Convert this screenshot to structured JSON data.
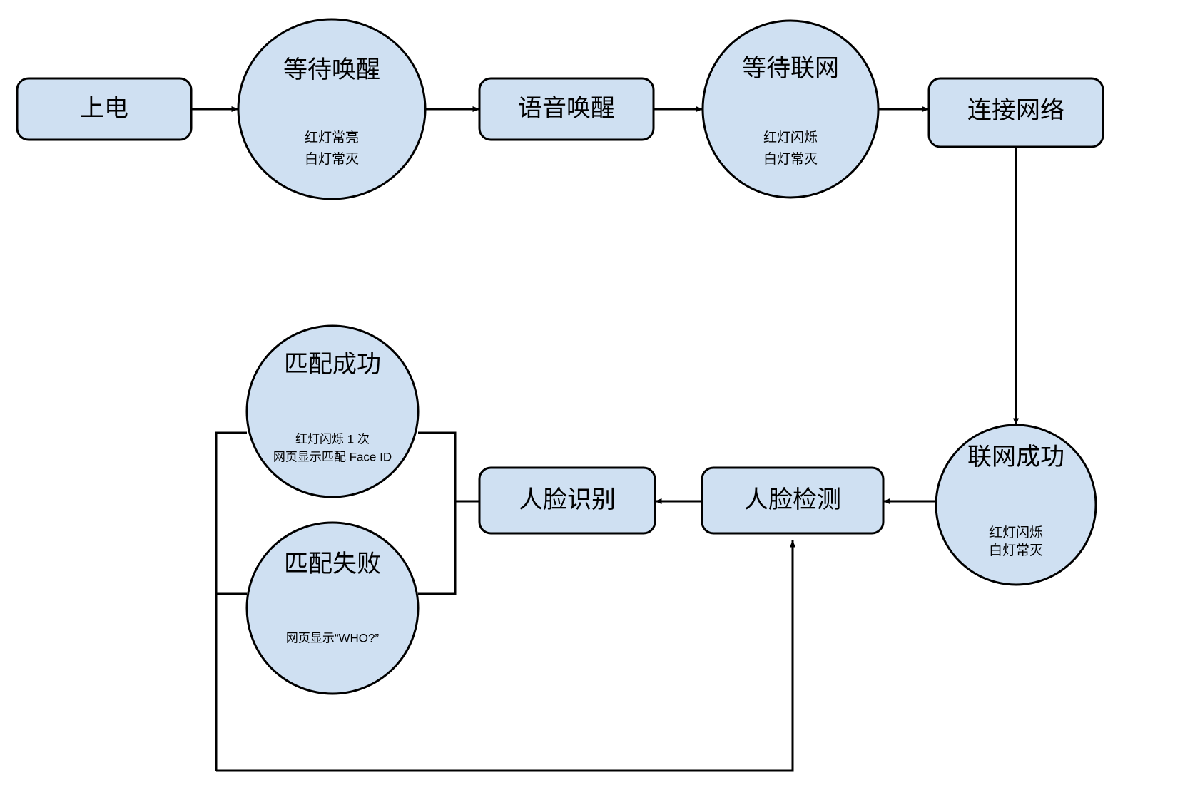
{
  "diagram": {
    "type": "flowchart",
    "title": "",
    "background_color": "#ffffff",
    "node_fill_color": "#cfe0f2",
    "node_stroke_color": "#000000",
    "edge_color": "#000000",
    "nodes": [
      {
        "id": "power-on",
        "shape": "rounded-rect",
        "label": "上电",
        "sublabels": []
      },
      {
        "id": "wait-wake",
        "shape": "ellipse",
        "label": "等待唤醒",
        "sublabels": [
          "红灯常亮",
          "白灯常灭"
        ]
      },
      {
        "id": "voice-wake",
        "shape": "rounded-rect",
        "label": "语音唤醒",
        "sublabels": []
      },
      {
        "id": "wait-network",
        "shape": "ellipse",
        "label": "等待联网",
        "sublabels": [
          "红灯闪烁",
          "白灯常灭"
        ]
      },
      {
        "id": "connect-network",
        "shape": "rounded-rect",
        "label": "连接网络",
        "sublabels": []
      },
      {
        "id": "network-success",
        "shape": "ellipse",
        "label": "联网成功",
        "sublabels": [
          "红灯闪烁",
          "白灯常灭"
        ]
      },
      {
        "id": "face-detect",
        "shape": "rounded-rect",
        "label": "人脸检测",
        "sublabels": []
      },
      {
        "id": "face-recognize",
        "shape": "rounded-rect",
        "label": "人脸识别",
        "sublabels": []
      },
      {
        "id": "match-success",
        "shape": "ellipse",
        "label": "匹配成功",
        "sublabels": [
          "红灯闪烁 1 次",
          "网页显示匹配 Face ID"
        ]
      },
      {
        "id": "match-fail",
        "shape": "ellipse",
        "label": "匹配失败",
        "sublabels": [
          "网页显示“WHO?”"
        ]
      }
    ],
    "edges": [
      {
        "from": "power-on",
        "to": "wait-wake",
        "arrow": true
      },
      {
        "from": "wait-wake",
        "to": "voice-wake",
        "arrow": true
      },
      {
        "from": "voice-wake",
        "to": "wait-network",
        "arrow": true
      },
      {
        "from": "wait-network",
        "to": "connect-network",
        "arrow": true
      },
      {
        "from": "connect-network",
        "to": "network-success",
        "arrow": true
      },
      {
        "from": "network-success",
        "to": "face-detect",
        "arrow": true
      },
      {
        "from": "face-detect",
        "to": "face-recognize",
        "arrow": true
      },
      {
        "from": "face-recognize",
        "to": "match-success",
        "arrow": false
      },
      {
        "from": "face-recognize",
        "to": "match-fail",
        "arrow": false
      },
      {
        "from": "match-fail",
        "to": "face-detect",
        "arrow": true
      }
    ]
  }
}
